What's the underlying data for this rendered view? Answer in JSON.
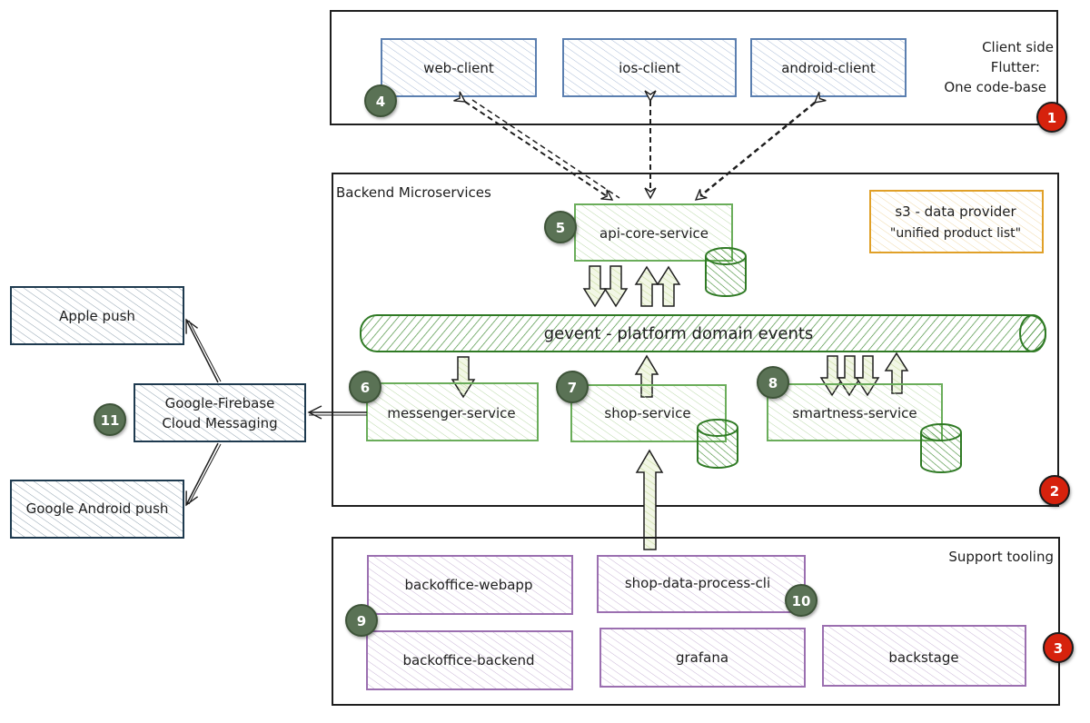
{
  "colors": {
    "client_stroke": "#5b7fb0",
    "client_hatch": "#a9bbd6",
    "service_stroke": "#6aad5a",
    "service_hatch": "#b9d9a8",
    "bus_stroke": "#2f7a24",
    "bus_hatch": "#3d8a30",
    "db_stroke": "#2f7a24",
    "support_stroke": "#9b6fb0",
    "support_hatch": "#c9b5d6",
    "push_stroke": "#1e3a4f",
    "push_hatch": "#8ea0ae",
    "note_stroke": "#e0a028",
    "note_hatch": "#f0d9a8",
    "badge_green": "#5a7254",
    "badge_red": "#d62010",
    "arrow_fill": "#e5efcf"
  },
  "groups": {
    "client": {
      "title_lines": [
        "Client side",
        "Flutter:",
        "One code-base"
      ],
      "badge": "1"
    },
    "backend": {
      "title": "Backend Microservices",
      "badge": "2"
    },
    "support": {
      "title": "Support tooling",
      "badge": "3"
    }
  },
  "clients": [
    {
      "label": "web-client",
      "badge": "4"
    },
    {
      "label": "ios-client"
    },
    {
      "label": "android-client"
    }
  ],
  "services": {
    "api_core": {
      "label": "api-core-service",
      "badge": "5"
    },
    "messenger": {
      "label": "messenger-service",
      "badge": "6"
    },
    "shop": {
      "label": "shop-service",
      "badge": "7"
    },
    "smartness": {
      "label": "smartness-service",
      "badge": "8"
    }
  },
  "event_bus": {
    "label": "gevent - platform domain events"
  },
  "note": {
    "lines": [
      "s3 - data provider",
      "\"unified product list\""
    ]
  },
  "push": {
    "fcm": {
      "lines": [
        "Google-Firebase",
        "Cloud Messaging"
      ],
      "badge": "11"
    },
    "apple": {
      "label": "Apple push"
    },
    "android": {
      "label": "Google Android push"
    }
  },
  "support_tools": [
    {
      "label": "backoffice-webapp"
    },
    {
      "label": "shop-data-process-cli",
      "badge": "10"
    },
    {
      "label": "backoffice-backend"
    },
    {
      "label": "grafana"
    },
    {
      "label": "backstage"
    }
  ],
  "support_badge_9": "9"
}
